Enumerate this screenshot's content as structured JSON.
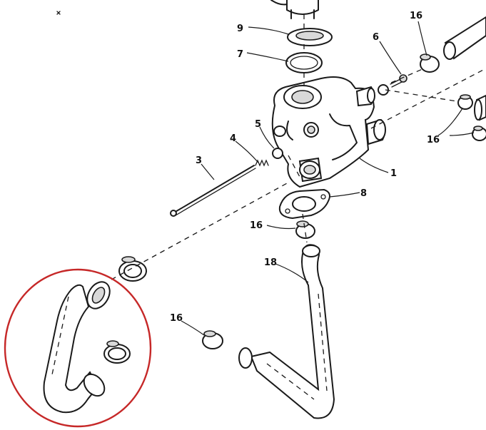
{
  "diagram": {
    "callouts": {
      "c1": "1",
      "c3": "3",
      "c4": "4",
      "c5": "5",
      "c6": "6",
      "c7": "7",
      "c8": "8",
      "c9": "9",
      "c16a": "16",
      "c16b": "16",
      "c16c": "16",
      "c16d": "16",
      "c18": "18"
    },
    "highlight_color": "#c62828"
  }
}
